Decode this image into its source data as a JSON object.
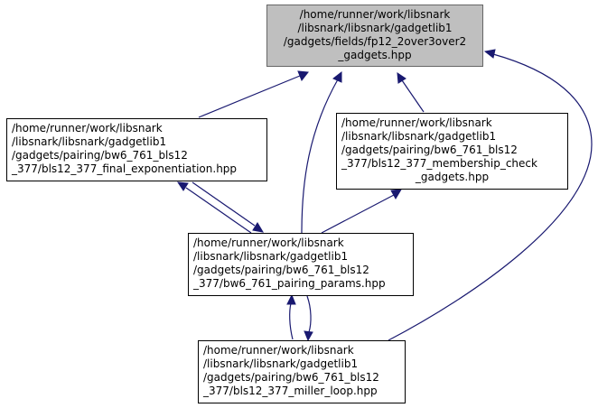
{
  "colors": {
    "edge": "#191970",
    "highlight_fill": "#bfbfbf",
    "node_fill": "#ffffff"
  },
  "nodes": {
    "fp12": {
      "lines": [
        "/home/runner/work/libsnark",
        "/libsnark/libsnark/gadgetlib1",
        "/gadgets/fields/fp12_2over3over2",
        "_gadgets.hpp"
      ]
    },
    "final_exp": {
      "lines": [
        "/home/runner/work/libsnark",
        "/libsnark/libsnark/gadgetlib1",
        "/gadgets/pairing/bw6_761_bls12",
        "_377/bls12_377_final_exponentiation.hpp"
      ]
    },
    "membership": {
      "lines": [
        "/home/runner/work/libsnark",
        "/libsnark/libsnark/gadgetlib1",
        "/gadgets/pairing/bw6_761_bls12",
        "_377/bls12_377_membership_check",
        "_gadgets.hpp"
      ]
    },
    "pairing_params": {
      "lines": [
        "/home/runner/work/libsnark",
        "/libsnark/libsnark/gadgetlib1",
        "/gadgets/pairing/bw6_761_bls12",
        "_377/bw6_761_pairing_params.hpp"
      ]
    },
    "miller_loop": {
      "lines": [
        "/home/runner/work/libsnark",
        "/libsnark/libsnark/gadgetlib1",
        "/gadgets/pairing/bw6_761_bls12",
        "_377/bls12_377_miller_loop.hpp"
      ]
    }
  }
}
